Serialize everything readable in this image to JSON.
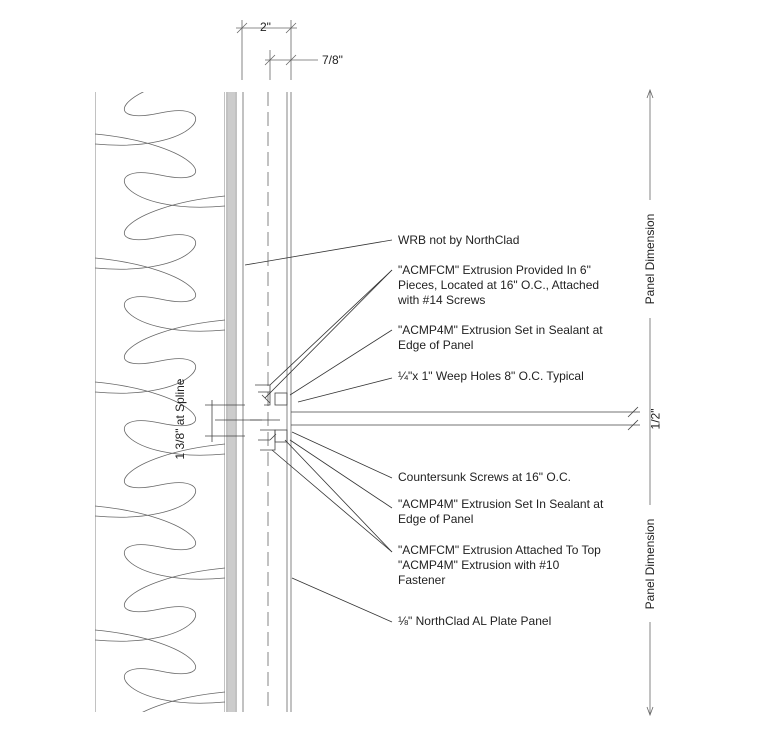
{
  "dimensions": {
    "cavity": "2\"",
    "panel_offset": "7/8\"",
    "spline": "1 3/8\" at Spline",
    "joint": "1/2\""
  },
  "side_labels": {
    "panel_dimension_top": "Panel Dimension",
    "panel_dimension_bottom": "Panel Dimension"
  },
  "callouts": [
    {
      "text": "WRB not by NorthClad"
    },
    {
      "text": "\"ACMFCM\" Extrusion Provided In 6\"\nPieces, Located at 16\" O.C., Attached\nwith #14 Screws"
    },
    {
      "text": "\"ACMP4M\" Extrusion Set in Sealant at\nEdge of Panel"
    },
    {
      "text": "¼\"x 1\" Weep Holes 8\" O.C. Typical"
    },
    {
      "text": "Countersunk Screws at 16\" O.C."
    },
    {
      "text": "\"ACMP4M\" Extrusion Set In Sealant at\nEdge of Panel"
    },
    {
      "text": "\"ACMFCM\" Extrusion Attached To Top\n\"ACMP4M\" Extrusion with #10\nFastener"
    },
    {
      "text": "⅛\" NorthClad AL Plate Panel"
    }
  ]
}
